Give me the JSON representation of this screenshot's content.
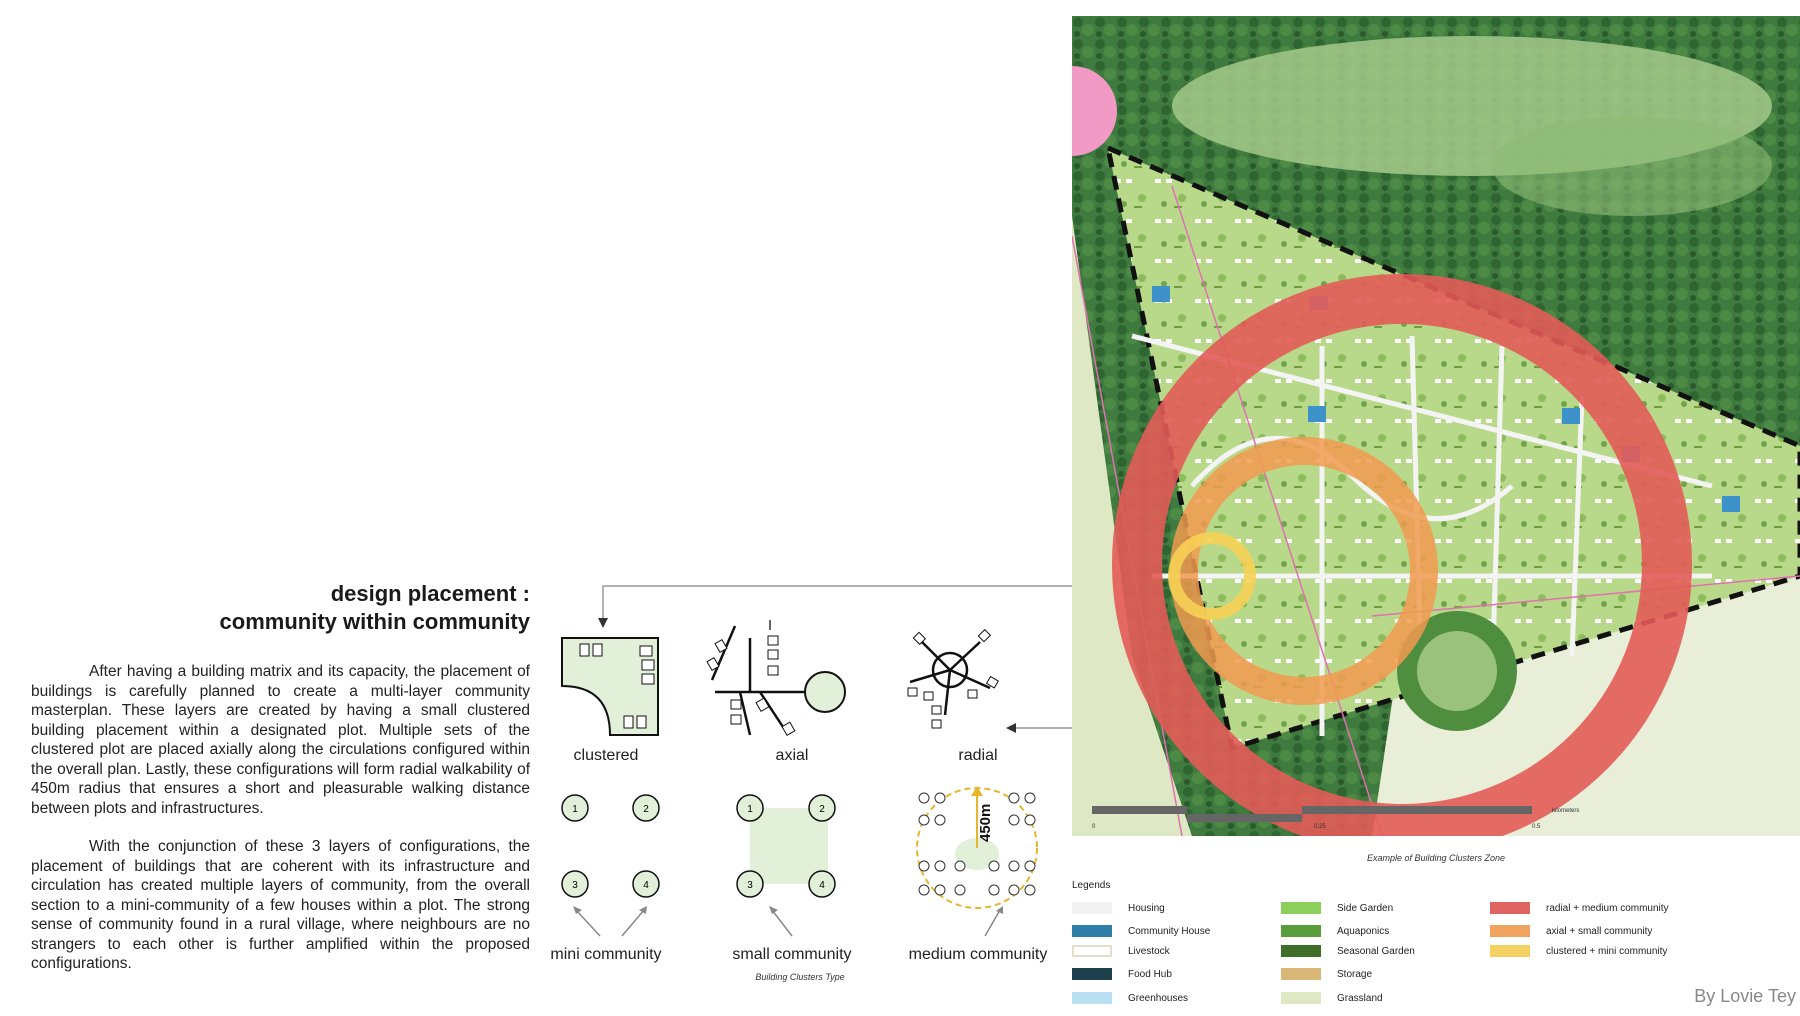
{
  "heading": {
    "line1": "design placement :",
    "line2": "community within community"
  },
  "paragraphs": [
    "After having a building matrix and its capacity, the placement of buildings is carefully planned to create a multi-layer community masterplan. These layers are created by having a small clustered building placement within a designated plot. Multiple sets of the clustered plot are placed axially along the circulations configured within the overall plan. Lastly, these configurations will form radial walkability of 450m radius that ensures a short and pleasurable walking distance between plots and infrastructures.",
    "With the conjunction of these 3 layers of configurations, the placement of buildings that are coherent with its infrastructure and circulation has created multiple layers of community, from the overall section to a mini-community of a few houses within a plot. The strong sense of community found in a rural village, where neighbours are no strangers to each other is further amplified within the proposed configurations."
  ],
  "diagrams": {
    "clustered": "clustered",
    "axial": "axial",
    "radial": "radial",
    "mini": "mini community",
    "small": "small community",
    "medium": "medium community",
    "cluster_type_caption": "Building Clusters Type",
    "radius_label": "450m",
    "node_labels": [
      "1",
      "2",
      "3",
      "4"
    ]
  },
  "map": {
    "caption": "Example of Building Clusters Zone",
    "scale_labels": [
      "0",
      "0.25",
      "0.5"
    ],
    "scale_unit": "kilometers"
  },
  "legend": {
    "title": "Legends",
    "items": [
      {
        "label": "Housing",
        "color": "#f2f2f2"
      },
      {
        "label": "Community House",
        "color": "#2f7fa8"
      },
      {
        "label": "Livestock",
        "color": "#ffffff"
      },
      {
        "label": "Food Hub",
        "color": "#1d3e4b"
      },
      {
        "label": "Greenhouses",
        "color": "#b9e0f2"
      },
      {
        "label": "Side Garden",
        "color": "#8ccf5b"
      },
      {
        "label": "Aquaponics",
        "color": "#5a9e3c"
      },
      {
        "label": "Seasonal Garden",
        "color": "#3f6e2a"
      },
      {
        "label": "Storage",
        "color": "#d9b877"
      },
      {
        "label": "Grassland",
        "color": "#dfe8c4"
      },
      {
        "label": "radial + medium community",
        "color": "#e06562"
      },
      {
        "label": "axial + small community",
        "color": "#f0a35e"
      },
      {
        "label": "clustered + mini community",
        "color": "#f4d262"
      }
    ]
  },
  "credit": "By Lovie Tey"
}
